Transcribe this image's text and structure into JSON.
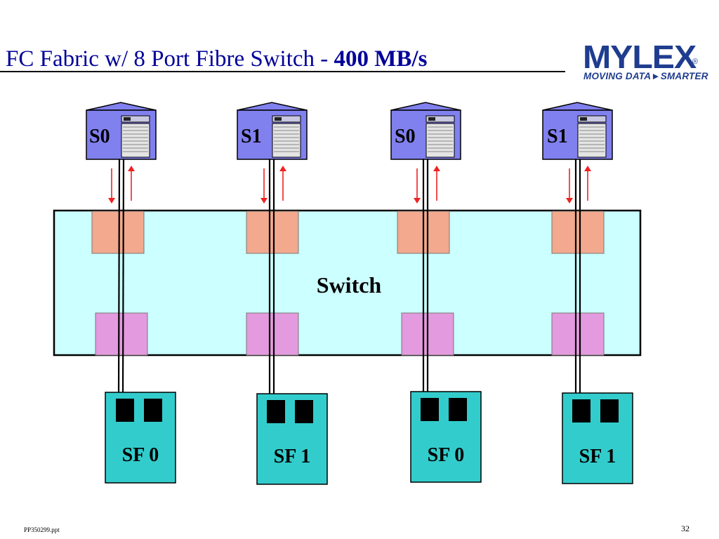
{
  "slide": {
    "title_prefix": "FC Fabric w/ 8 Port Fibre Switch - ",
    "title_bold": "400 MB/s",
    "footer_filename": "PP350299.ppt",
    "page_number": "32"
  },
  "logo": {
    "wordmark": "MYLEX",
    "registered": "®",
    "tagline": "MOVING DATA►SMARTER"
  },
  "diagram": {
    "switch_label": "Switch",
    "servers": [
      {
        "label": "S0"
      },
      {
        "label": "S1"
      },
      {
        "label": "S0"
      },
      {
        "label": "S1"
      }
    ],
    "storage": [
      {
        "label": "SF 0"
      },
      {
        "label": "SF 1"
      },
      {
        "label": "SF 0"
      },
      {
        "label": "SF 1"
      }
    ]
  },
  "colors": {
    "title": "#000099",
    "logo": "#1f3d8f",
    "switch_fill": "#ccffff",
    "top_port": "#f2a98e",
    "bottom_port": "#e49ade",
    "storage_fill": "#33cccc",
    "server_fill": "#8080ee",
    "arrow": "#ee2222"
  }
}
